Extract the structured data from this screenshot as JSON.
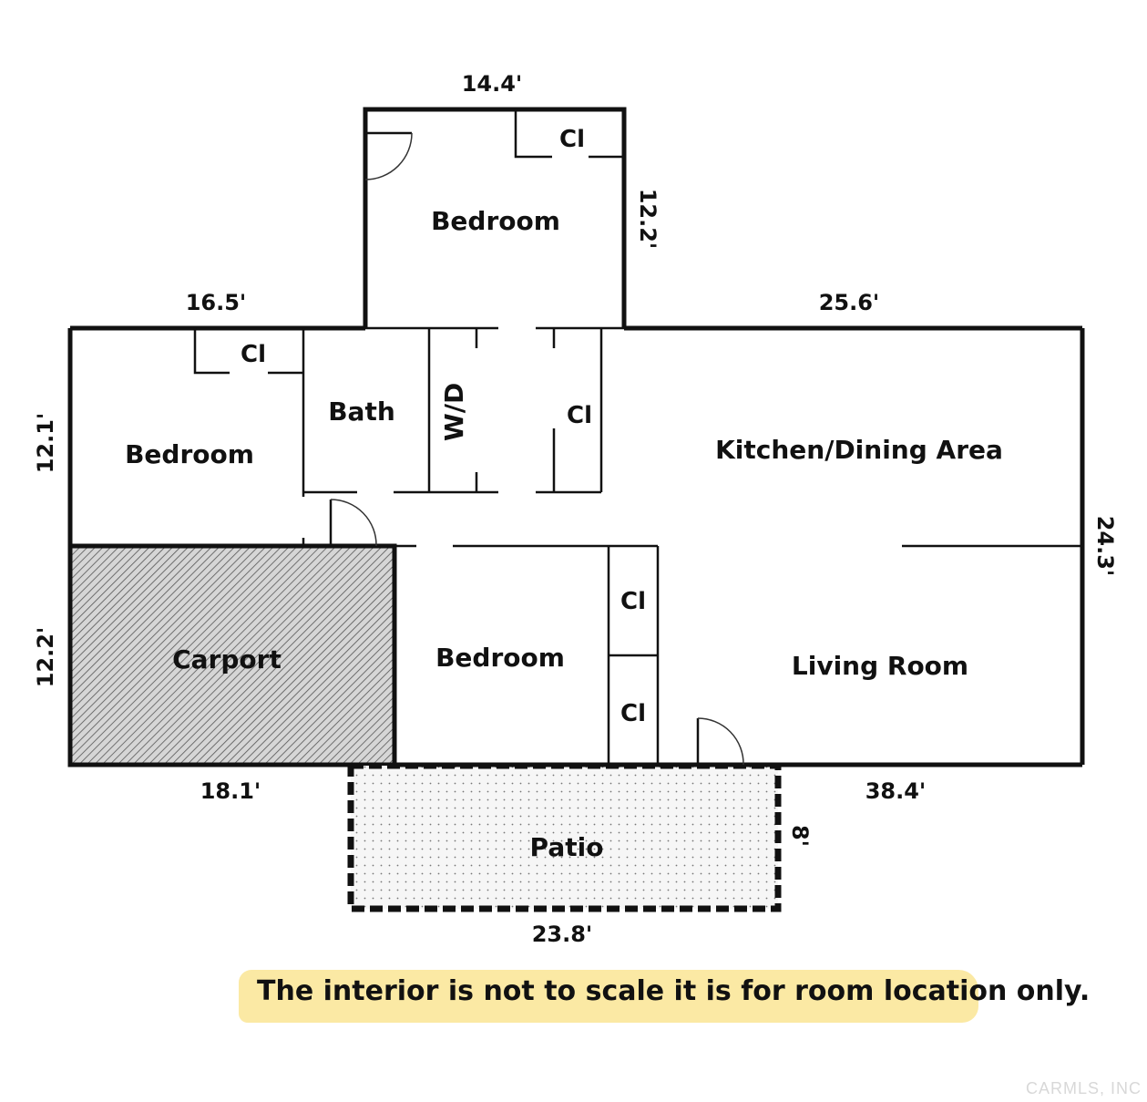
{
  "rooms": {
    "bedroom_top": "Bedroom",
    "bedroom_left": "Bedroom",
    "bedroom_middle": "Bedroom",
    "bath": "Bath",
    "wd": "W/D",
    "kitchen": "Kitchen/Dining Area",
    "living": "Living Room",
    "carport": "Carport",
    "patio": "Patio"
  },
  "closets": {
    "top_bedroom": "Cl",
    "left_bedroom": "Cl",
    "hall": "Cl",
    "middle_upper": "Cl",
    "middle_lower": "Cl"
  },
  "dimensions": {
    "top_width": "14.4'",
    "top_height": "12.2'",
    "left_top_width": "16.5'",
    "right_top_width": "25.6'",
    "left_upper_height": "12.1'",
    "left_lower_height": "12.2'",
    "right_height": "24.3'",
    "bottom_left_width": "18.1'",
    "bottom_right_width": "38.4'",
    "patio_width": "23.8'",
    "patio_height": "8'"
  },
  "note": "The interior is not to scale it is for room location only.",
  "watermark": "CARMLS, INC",
  "colors": {
    "wall": "#111111",
    "note_highlight": "#fbe9a4",
    "carport_fill": "#d9d9d9",
    "patio_fill": "#f4f4f4"
  }
}
